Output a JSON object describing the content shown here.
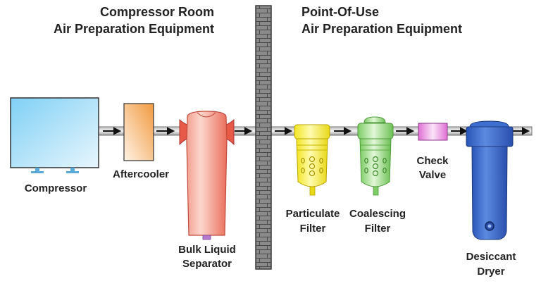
{
  "headers": {
    "left": [
      "Compressor Room",
      "Air Preparation Equipment"
    ],
    "right": [
      "Point-Of-Use",
      "Air Preparation Equipment"
    ]
  },
  "components": {
    "compressor": [
      "Compressor"
    ],
    "aftercooler": [
      "Aftercooler"
    ],
    "bulk_separator": [
      "Bulk Liquid",
      "Separator"
    ],
    "particulate_filter": [
      "Particulate",
      "Filter"
    ],
    "coalescing_filter": [
      "Coalescing",
      "Filter"
    ],
    "check_valve": [
      "Check",
      "Valve"
    ],
    "desiccant_dryer": [
      "Desiccant",
      "Dryer"
    ]
  },
  "colors": {
    "compressor": "#8fd0f0",
    "aftercooler": "#f2a24e",
    "bulk_separator": "#f07a6a",
    "particulate_filter": "#f5ec30",
    "coalescing_filter": "#8ed57a",
    "check_valve": "#e57bd8",
    "desiccant_dryer": "#3d6fd0",
    "pipe": "#9a9a9a",
    "brick": "#8a8a8a"
  }
}
